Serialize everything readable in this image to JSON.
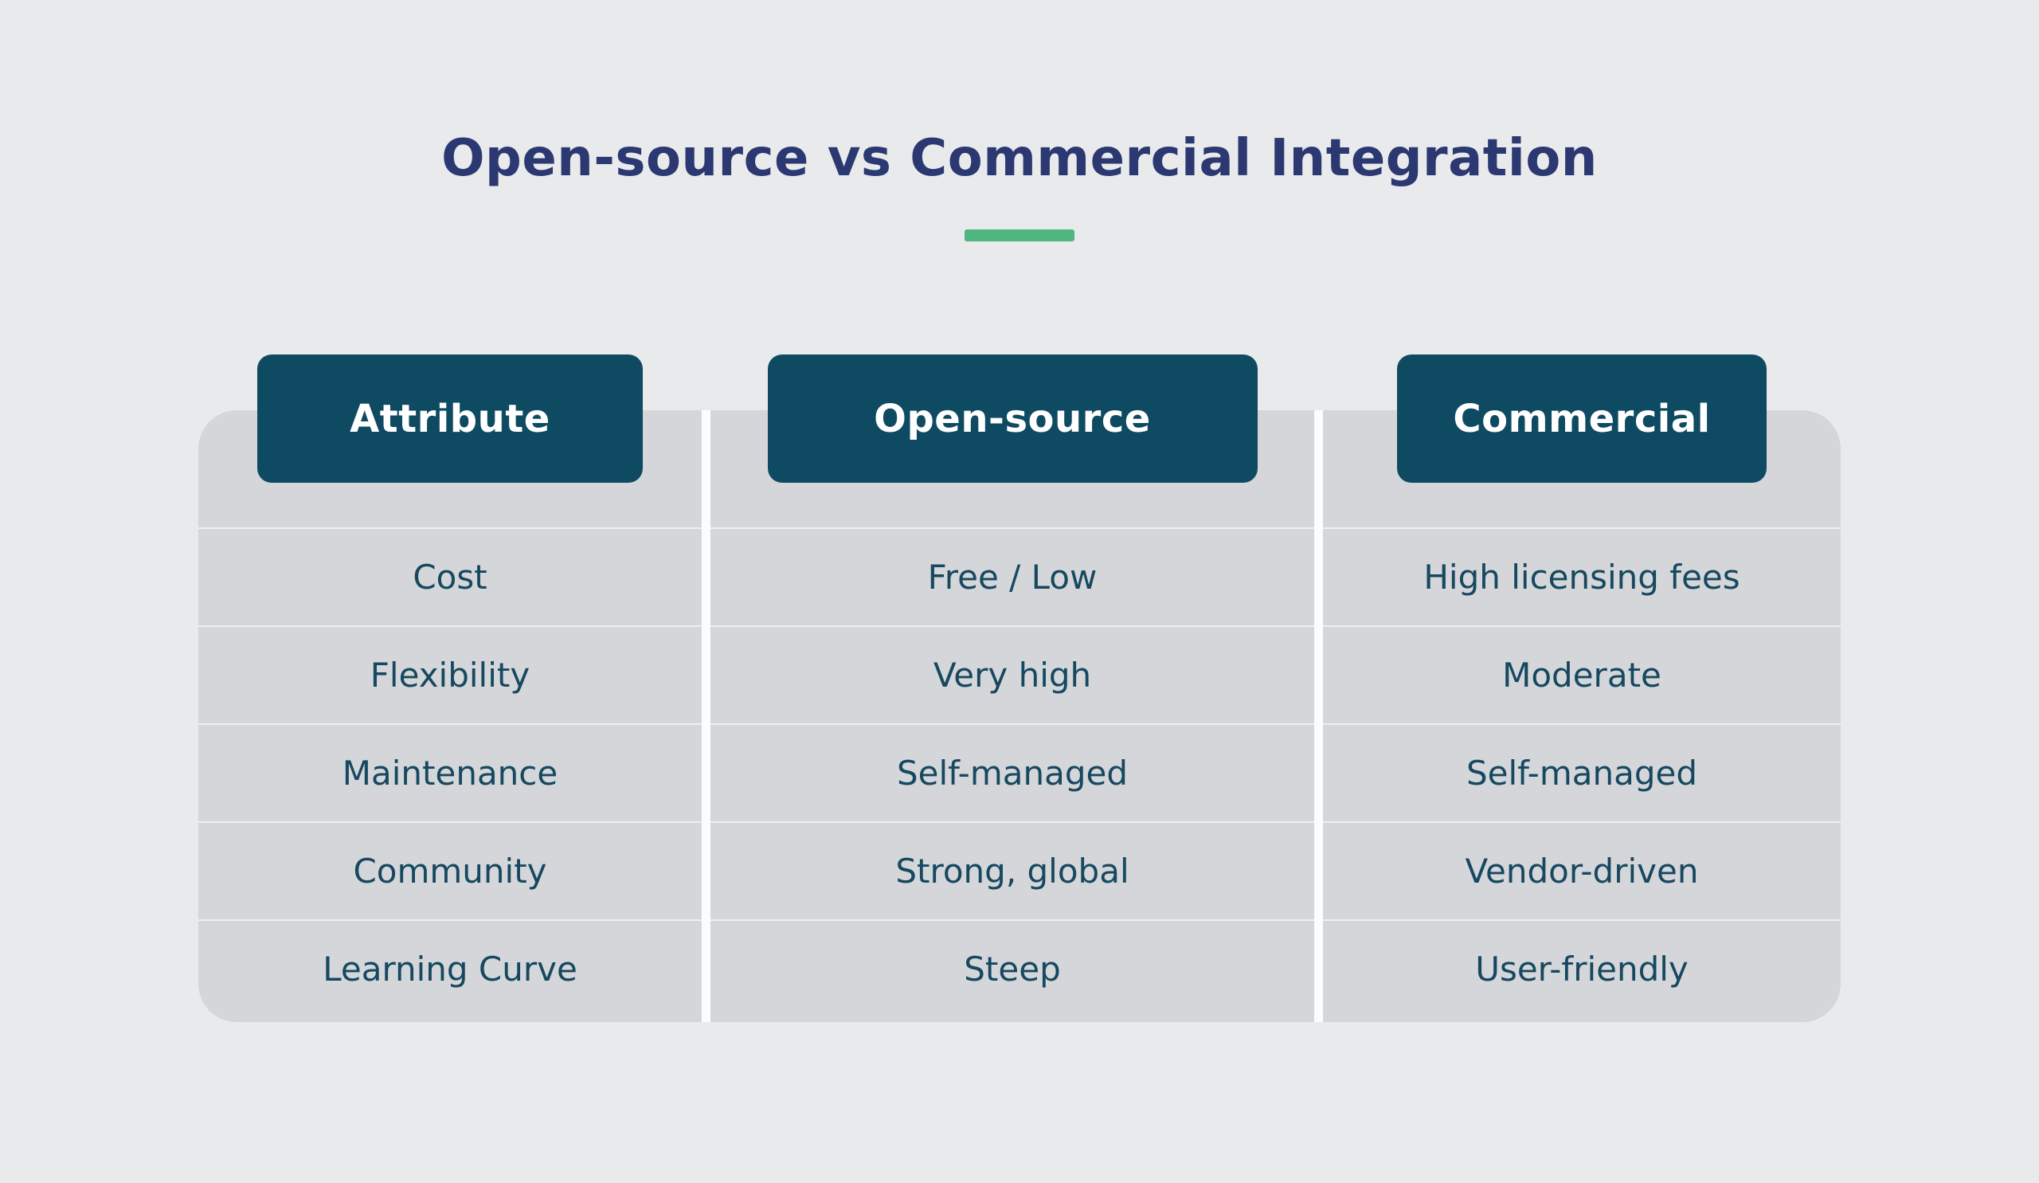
{
  "page": {
    "title": "Open-source vs Commercial Integration"
  },
  "colors": {
    "background": "#e9eaec",
    "panel": "#d4d6da",
    "header_pill": "#0f4a63",
    "title_text": "#2b3871",
    "body_text": "#16485f",
    "accent_green": "#4fb581"
  },
  "chart_data": {
    "type": "table",
    "title": "Open-source vs Commercial Integration",
    "columns": [
      "Attribute",
      "Open-source",
      "Commercial"
    ],
    "rows": [
      [
        "Cost",
        "Free / Low",
        "High licensing fees"
      ],
      [
        "Flexibility",
        "Very high",
        "Moderate"
      ],
      [
        "Maintenance",
        "Self-managed",
        "Self-managed"
      ],
      [
        "Community",
        "Strong, global",
        "Vendor-driven"
      ],
      [
        "Learning Curve",
        "Steep",
        "User-friendly"
      ]
    ],
    "legend": null,
    "grid": "row-separators",
    "layout": "three-column comparison table with pill headers"
  }
}
